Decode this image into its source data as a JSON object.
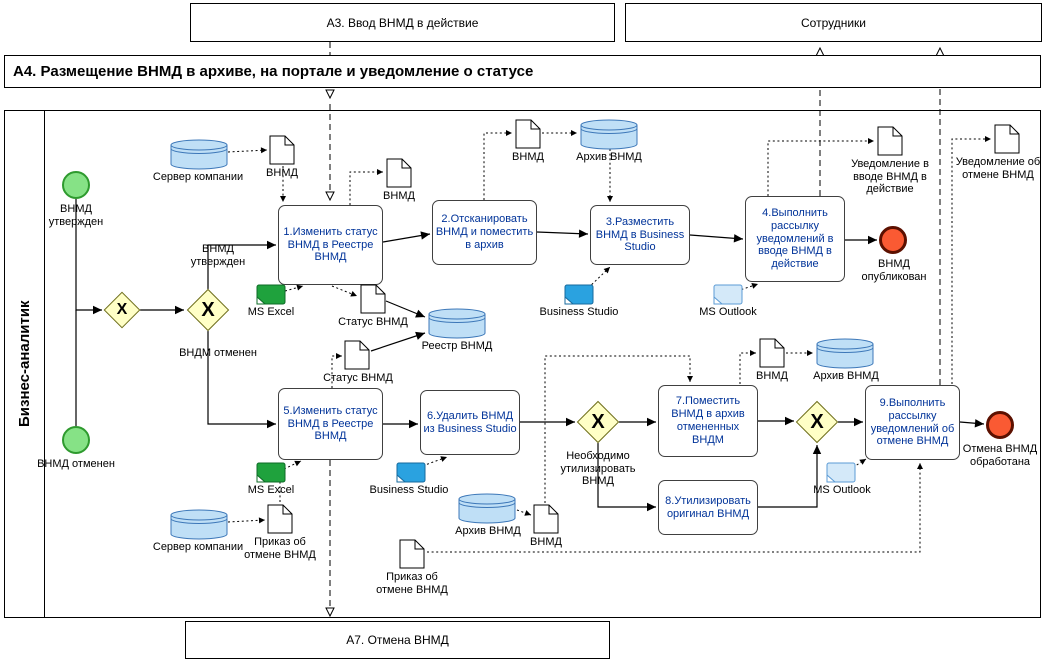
{
  "header": {
    "a3": "А3. Ввод ВНМД в действие",
    "employees": "Сотрудники",
    "a7": "А7. Отмена ВНМД",
    "title": "А4. Размещение ВНМД в архиве, на портале и уведомление о статусе",
    "lane": "Бизнес-аналитик"
  },
  "events": {
    "start_approved": "ВНМД утвержден",
    "start_cancelled": "ВНМД отменен",
    "end_published": "ВНМД опубликован",
    "end_cancel_done": "Отмена ВНМД обработана"
  },
  "gw": {
    "x": "X",
    "approved": "ВНМД утвержден",
    "cancelled": "ВНДМ отменен",
    "utilize": "Необходимо утилизировать ВНМД"
  },
  "tasks": {
    "t1": "1.Изменить статус ВНМД в Реестре ВНМД",
    "t2": "2.Отсканировать ВНМД и поместить в архив",
    "t3": "3.Разместить ВНМД в Business Studio",
    "t4": "4.Выполнить рассылку уведомлений в вводе ВНМД в действие",
    "t5": "5.Изменить статус ВНМД в Реестре ВНМД",
    "t6": "6.Удалить ВНМД из Business Studio",
    "t7": "7.Поместить ВНМД в архив отмененных ВНДМ",
    "t8": "8.Утилизировать оригинал ВНМД",
    "t9": "9.Выполнить рассылку уведомлений об отмене ВНМД"
  },
  "stores": {
    "server_top": "Сервер компании",
    "archive_top": "Архив ВНМД",
    "registry": "Реестр ВНМД",
    "archive_right": "Архив ВНМД",
    "archive_bottom": "Архив ВНМД",
    "server_bottom": "Сервер компании"
  },
  "docs": {
    "vnmd_a": "ВНМД",
    "vnmd_b": "ВНМД",
    "vnmd_c": "ВНМД",
    "status_a": "Статус ВНМД",
    "status_b": "Статус ВНМД",
    "vnmd_d": "ВНМД",
    "vnmd_e": "ВНМД",
    "order_a": "Приказ об отмене ВНМД",
    "order_b": "Приказ об отмене ВНМД",
    "notice_intro": "Уведомление в вводе ВНМД в действие",
    "notice_cancel": "Уведомление об отмене ВНМД"
  },
  "apps": {
    "excel_a": "MS Excel",
    "bs_a": "Business Studio",
    "outlook_a": "MS Outlook",
    "excel_b": "MS Excel",
    "bs_b": "Business Studio",
    "outlook_b": "MS Outlook"
  },
  "colors": {
    "task_text": "#003399",
    "start_fill": "#86e286",
    "start_stroke": "#2e9a2e",
    "end_fill": "#fa5a33",
    "end_stroke": "#5c1000",
    "gateway_fill": "#ffffc6",
    "gateway_stroke": "#6e6e1e",
    "store_fill": "#bfdff6",
    "store_stroke": "#3c77b8",
    "excel": "#1fa23d",
    "excel_dark": "#0c6b26",
    "bs": "#2aa2e0",
    "bs_dark": "#156a9e",
    "outlook": "#d4e9f9",
    "outlook_dark": "#5b9bd5"
  }
}
